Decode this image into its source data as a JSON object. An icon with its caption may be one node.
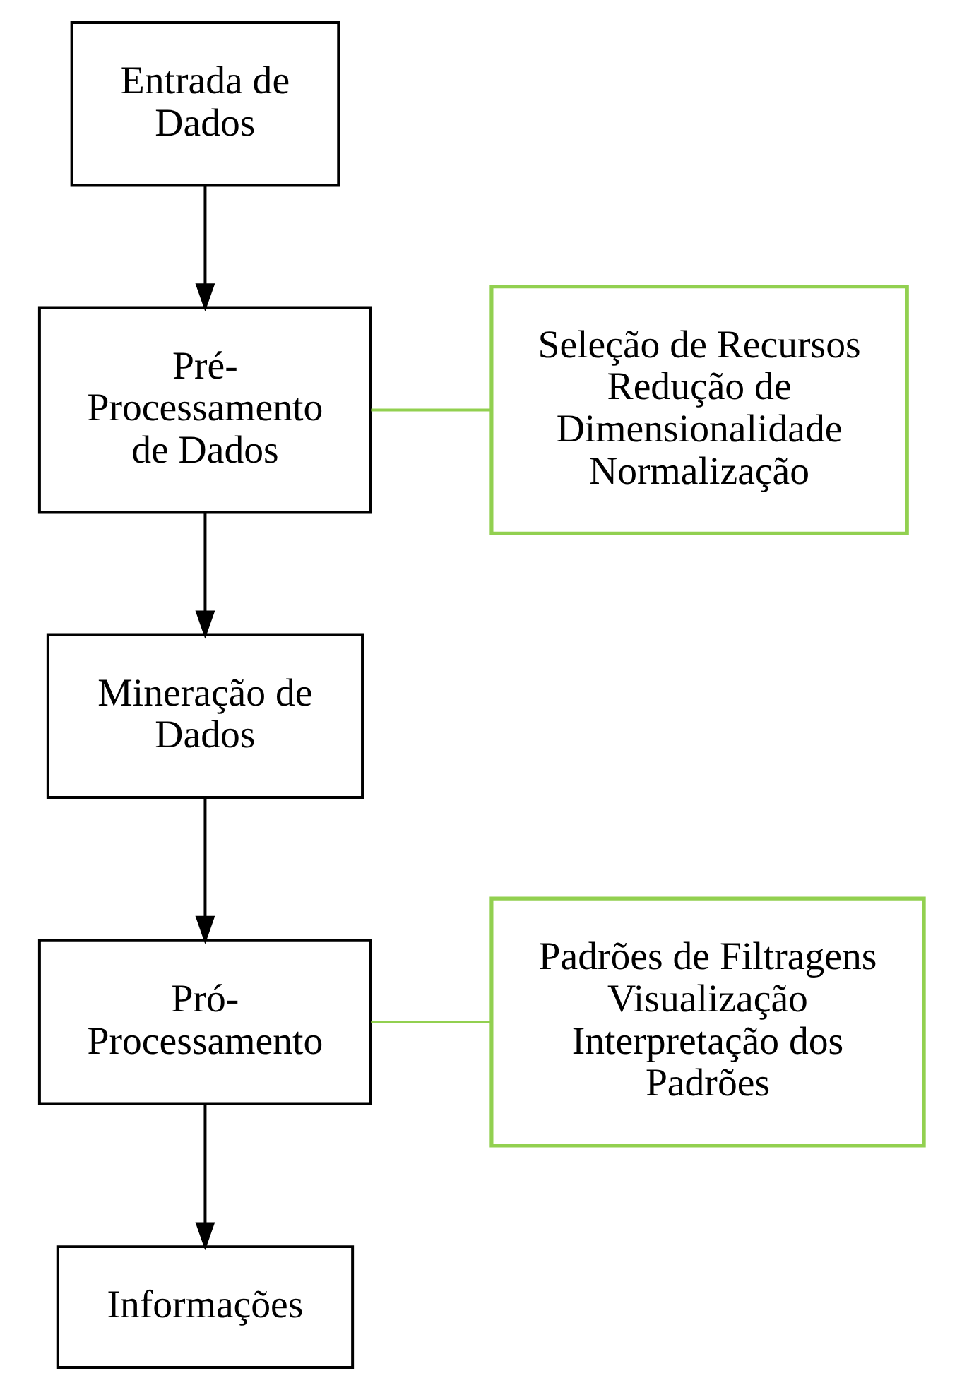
{
  "diagram": {
    "nodes": [
      {
        "text": [
          "Entrada de Dados"
        ]
      },
      {
        "text": [
          "Pré-Processamento de Dados"
        ]
      },
      {
        "text": [
          "Seleção de Recursos Redução de Dimensionalidade Normalização"
        ]
      },
      {
        "text": [
          "Mineração de Dados"
        ]
      },
      {
        "text": [
          "Pró-Processamento"
        ]
      },
      {
        "text": [
          "Padrões de Filtragens Visualização Interpretação dos Padrões"
        ]
      },
      {
        "text": [
          "Informações"
        ]
      }
    ],
    "edges": [
      {
        "from": 0,
        "to": 1,
        "arrow": "to"
      },
      {
        "from": 2,
        "to": 1,
        "arrow": "none",
        "color": "#92d050"
      },
      {
        "from": 1,
        "to": 3,
        "arrow": "to"
      },
      {
        "from": 3,
        "to": 4,
        "arrow": "to"
      },
      {
        "from": 5,
        "to": 4,
        "arrow": "none",
        "color": "#92d050"
      },
      {
        "from": 4,
        "to": 6,
        "arrow": "to"
      }
    ]
  }
}
